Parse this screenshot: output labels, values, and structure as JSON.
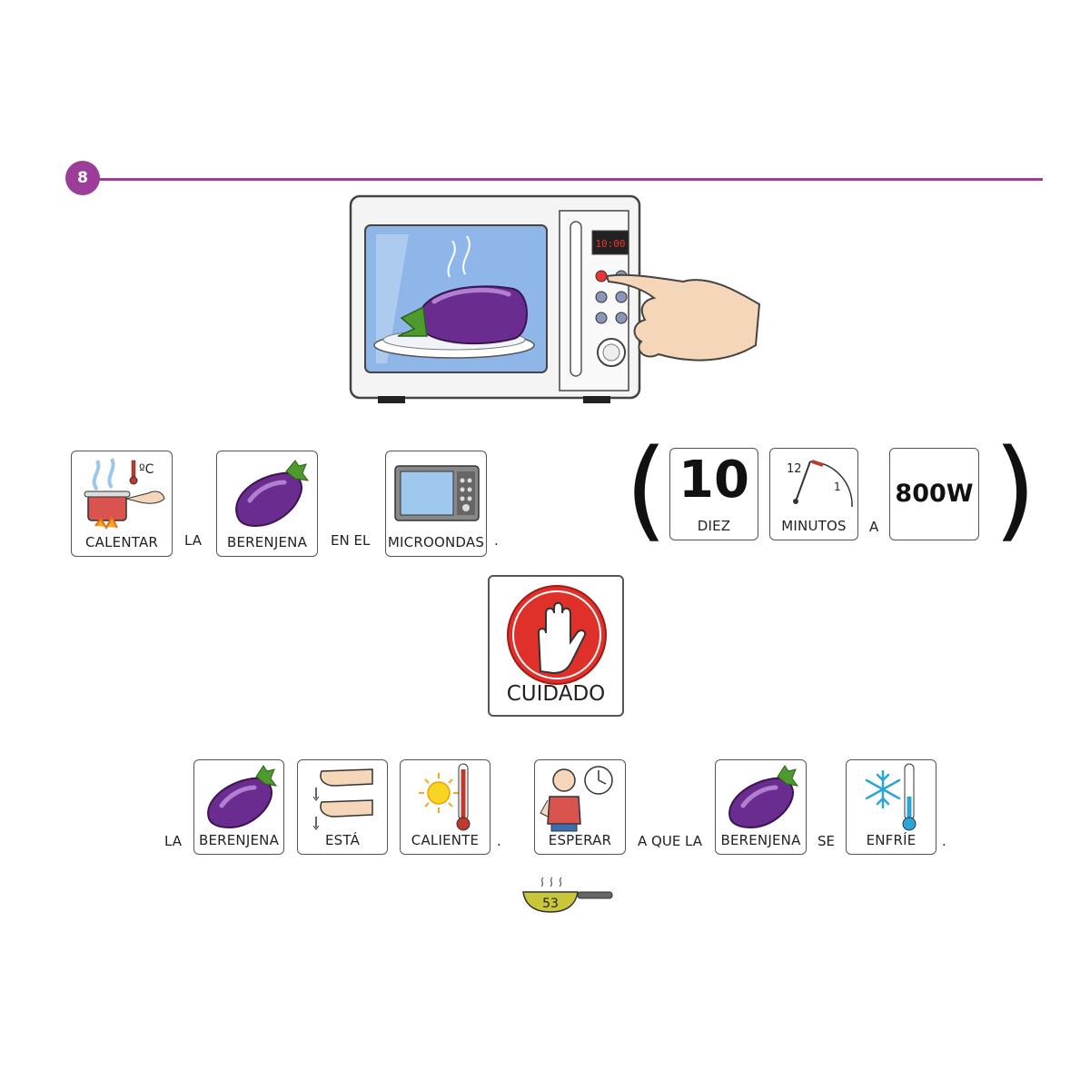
{
  "step": {
    "number": "8"
  },
  "sentence1": {
    "cards": [
      {
        "label": "CALENTAR",
        "icon": "heating-pot-icon"
      },
      {
        "label": "BERENJENA",
        "icon": "eggplant-icon"
      },
      {
        "label": "MICROONDAS",
        "icon": "microwave-icon"
      }
    ],
    "words": {
      "la": "LA",
      "en_el": "EN EL",
      "period": "."
    }
  },
  "timing": {
    "number_card": {
      "value": "10",
      "label": "DIEZ"
    },
    "clock_card": {
      "label": "MINUTOS",
      "icon": "clock-icon",
      "clock_numbers": [
        "12",
        "1"
      ]
    },
    "a": "A",
    "power_card": {
      "value": "800W"
    },
    "open_paren": "(",
    "close_paren": ")"
  },
  "warning": {
    "label": "CUIDADO",
    "icon": "stop-hand-icon",
    "color": "#e0302a"
  },
  "sentence2": {
    "la": "LA",
    "cards": [
      {
        "label": "BERENJENA",
        "icon": "eggplant-icon"
      },
      {
        "label": "ESTÁ",
        "icon": "hands-icon"
      },
      {
        "label": "CALIENTE",
        "icon": "hot-thermometer-icon"
      },
      {
        "label": "ESPERAR",
        "icon": "waiting-person-icon"
      },
      {
        "label": "BERENJENA",
        "icon": "eggplant-icon"
      },
      {
        "label": "ENFRÍE",
        "icon": "cold-thermometer-icon"
      }
    ],
    "period1": ".",
    "a_que_la": "A QUE LA",
    "se": "SE",
    "period2": "."
  },
  "page": {
    "number": "53",
    "icon": "frying-pan-icon"
  },
  "colors": {
    "accent": "#9b3d99",
    "eggplant": "#6a2d8f",
    "stem": "#4e9a2f",
    "stop_red": "#e0302a"
  }
}
